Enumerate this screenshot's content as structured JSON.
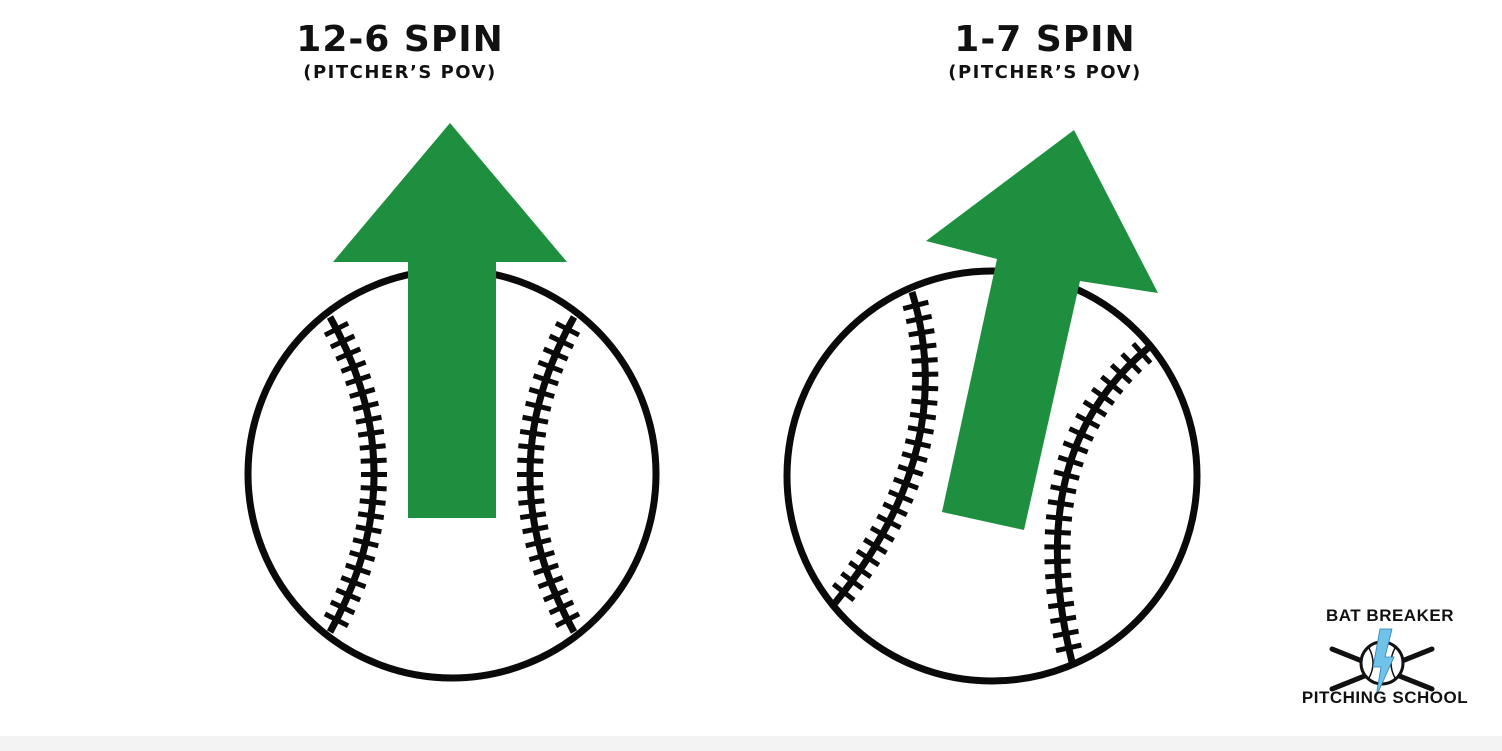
{
  "panels": [
    {
      "title": "12-6 SPIN",
      "subtitle": "(PITCHER’S POV)",
      "arrow_direction": "12 o'clock"
    },
    {
      "title": "1-7 SPIN",
      "subtitle": "(PITCHER’S POV)",
      "arrow_direction": "1 o'clock"
    }
  ],
  "colors": {
    "arrow": "#1d8f3f",
    "ball_outline": "#0a0a0a",
    "logo_bolt": "#6fc3e8"
  },
  "logo": {
    "line1": "BAT BREAKER",
    "line2": "PITCHING SCHOOL",
    "icon": "baseball-with-crossed-bats-and-lightning-bolt"
  }
}
